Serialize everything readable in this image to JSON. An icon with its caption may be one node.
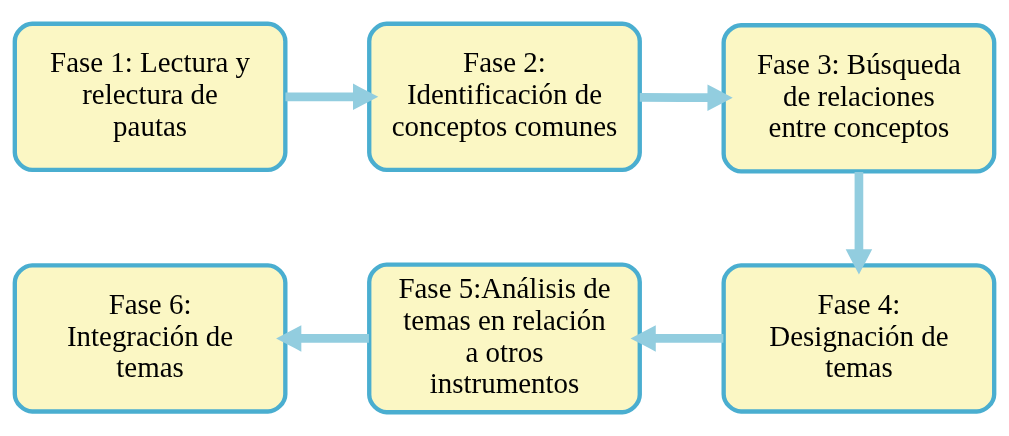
{
  "diagram": {
    "nodes": [
      {
        "text": [
          "Fase 1: Lectura y relectura de pautas"
        ]
      },
      {
        "text": [
          "Fase 2: Identificación de conceptos comunes"
        ]
      },
      {
        "text": [
          "Fase 3: Búsqueda de relaciones entre conceptos"
        ]
      },
      {
        "text": [
          "Fase 4: Designación de temas"
        ]
      },
      {
        "text": [
          "Fase 5:Análisis de temas en relación a otros instrumentos"
        ]
      },
      {
        "text": [
          "Fase 6: Integración de temas"
        ]
      }
    ],
    "edges": [
      {
        "from": 0,
        "to": 1,
        "arrow": "to"
      },
      {
        "from": 1,
        "to": 2,
        "arrow": "to"
      },
      {
        "from": 2,
        "to": 3,
        "arrow": "to"
      },
      {
        "from": 3,
        "to": 4,
        "arrow": "to"
      },
      {
        "from": 4,
        "to": 5,
        "arrow": "to"
      }
    ]
  }
}
